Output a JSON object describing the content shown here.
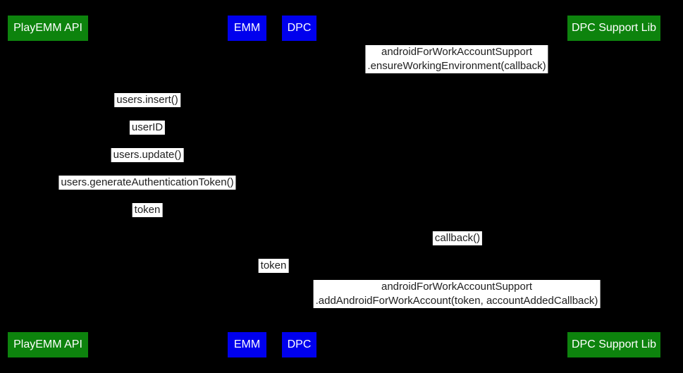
{
  "diagram": {
    "type": "sequence-diagram",
    "background_color": "#000000",
    "colors": {
      "participant_green": "#0d830d",
      "participant_blue": "#0000ee",
      "participant_text": "#ffffff",
      "message_background": "#ffffff",
      "message_text": "#212121"
    },
    "participants": {
      "playemm_api": {
        "label": "PlayEMM API",
        "color": "#0d830d"
      },
      "emm": {
        "label": "EMM",
        "color": "#0000ee"
      },
      "dpc": {
        "label": "DPC",
        "color": "#0000ee"
      },
      "dpc_support_lib": {
        "label": "DPC Support Lib",
        "color": "#0d830d"
      }
    },
    "messages": {
      "ensure_working_environment": {
        "line1": "androidForWorkAccountSupport",
        "line2": ".ensureWorkingEnvironment(callback)"
      },
      "users_insert": {
        "text": "users.insert()"
      },
      "user_id": {
        "text": "userID"
      },
      "users_update": {
        "text": "users.update()"
      },
      "generate_token": {
        "text": "users.generateAuthenticationToken()"
      },
      "token_return": {
        "text": "token"
      },
      "callback": {
        "text": "callback()"
      },
      "token_forward": {
        "text": "token"
      },
      "add_android_for_work_account": {
        "line1": "androidForWorkAccountSupport",
        "line2": ".addAndroidForWorkAccount(token, accountAddedCallback)"
      }
    }
  }
}
